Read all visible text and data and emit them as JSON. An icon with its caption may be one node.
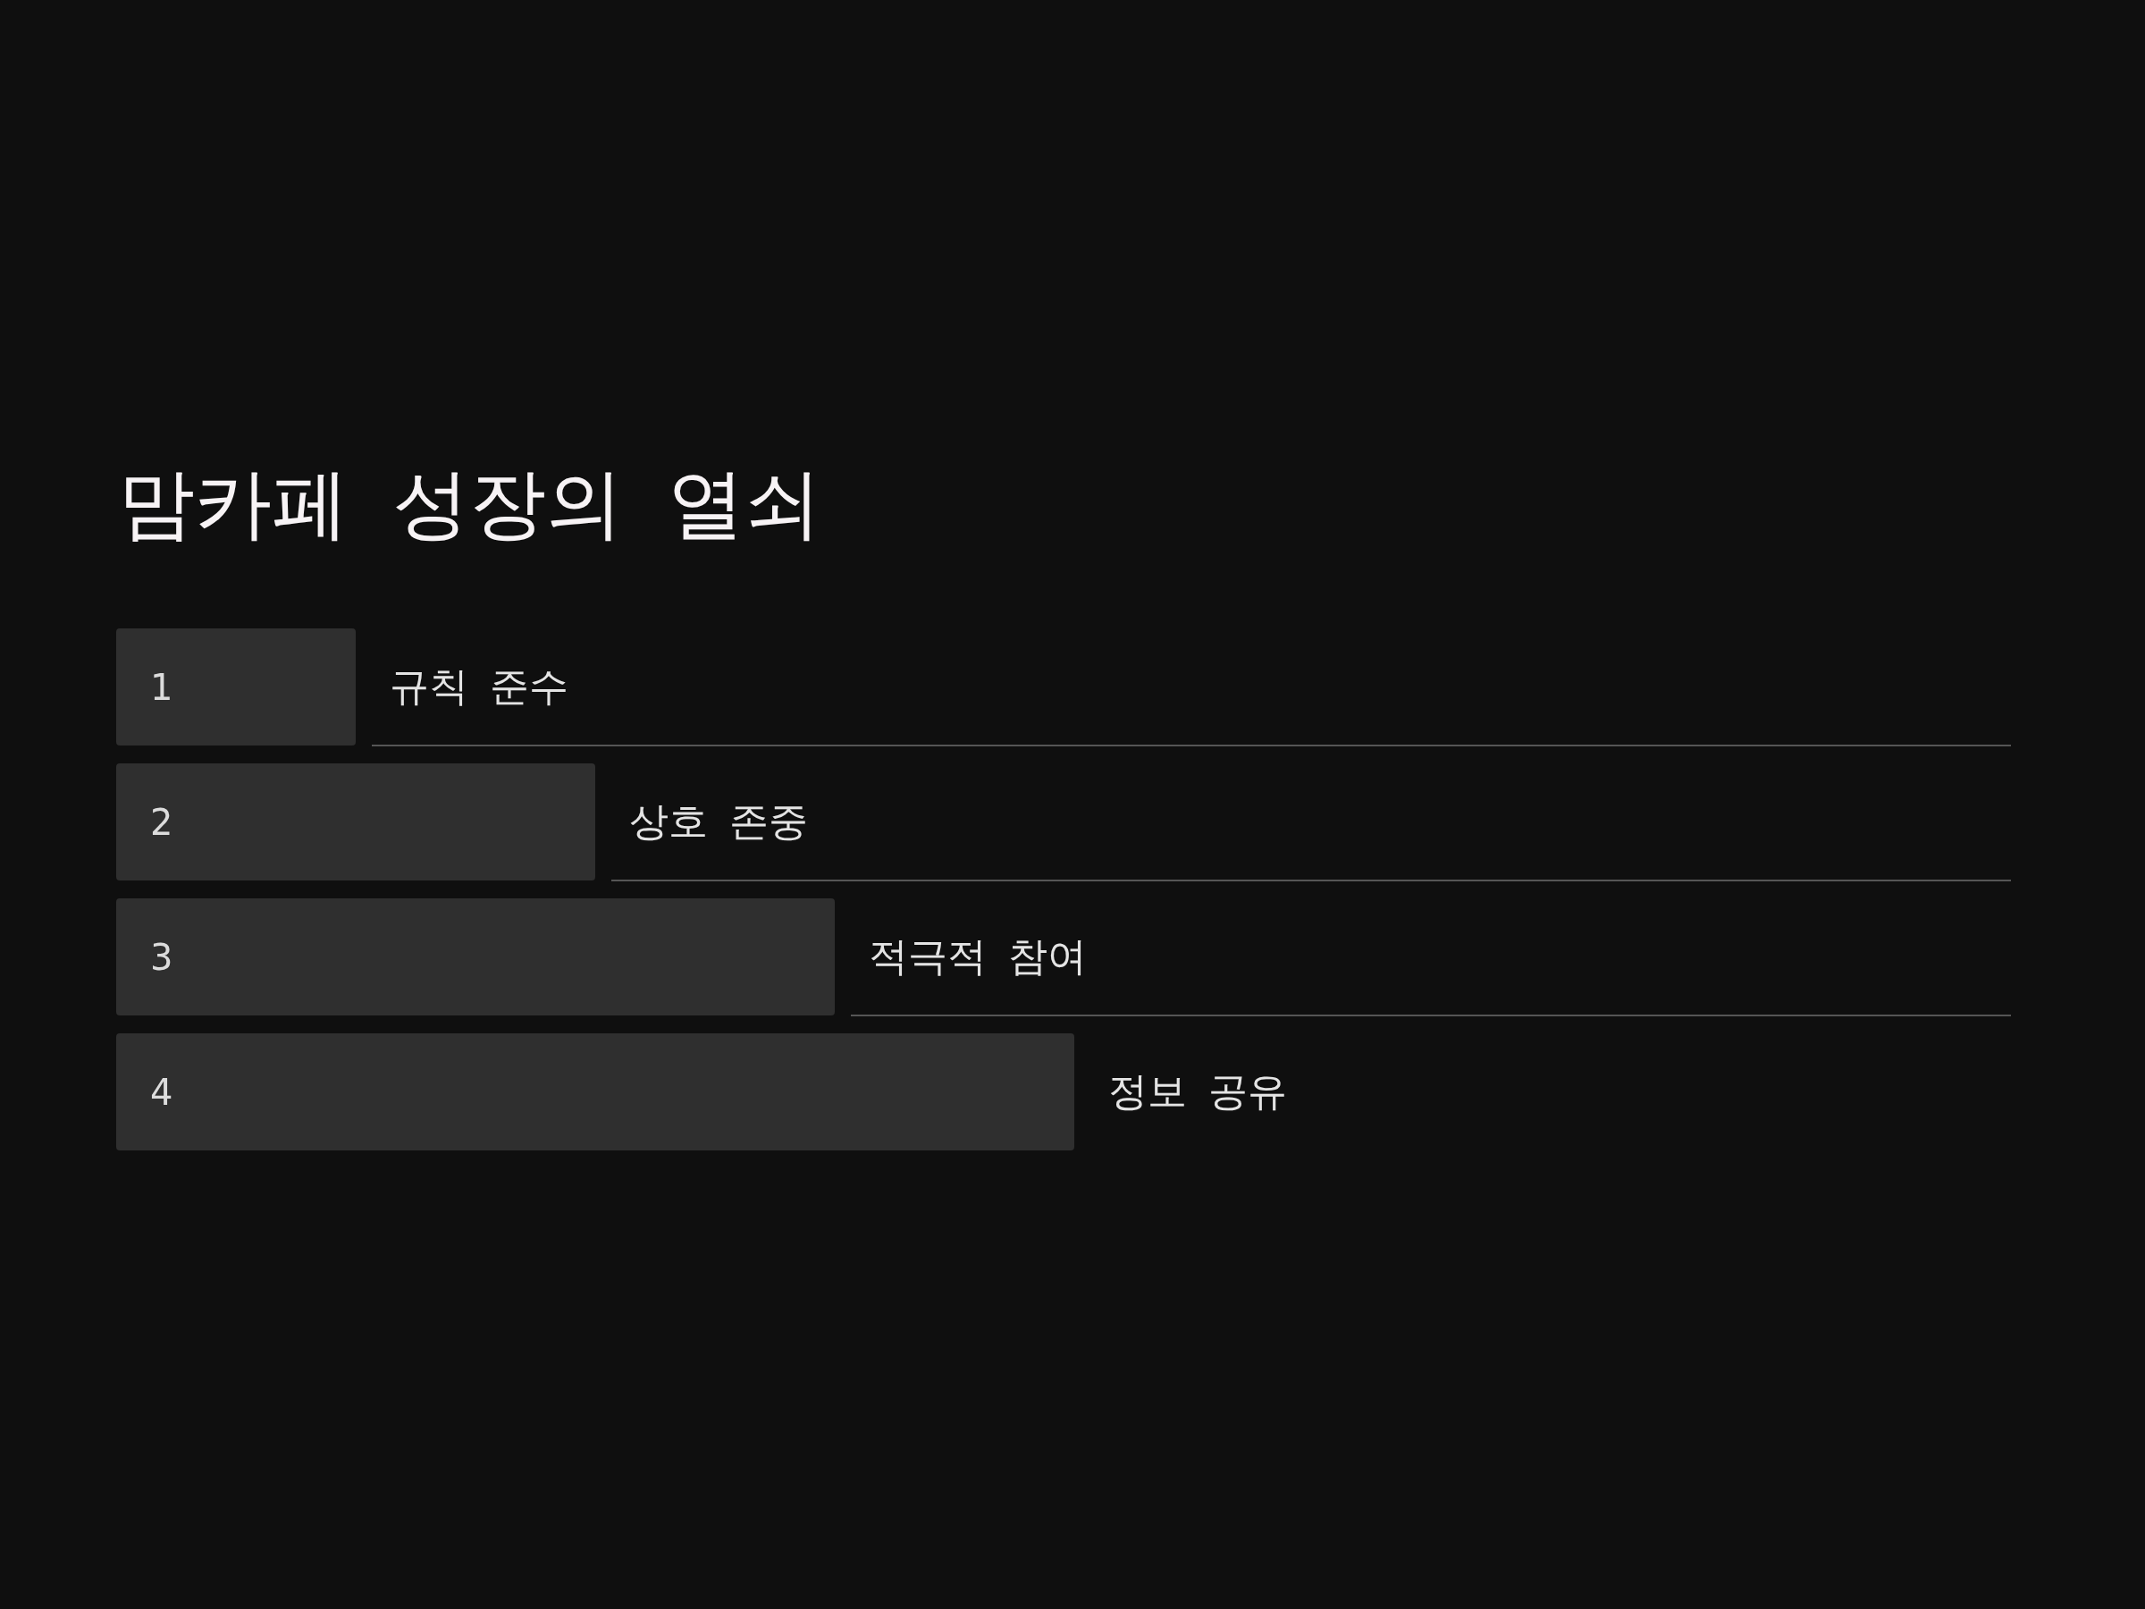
{
  "diagram": {
    "title": "맘카페 성장의 열쇠",
    "nodes": [
      {
        "text": [
          "1"
        ],
        "beside": [
          "규칙 준수"
        ]
      },
      {
        "text": [
          "2"
        ],
        "beside": [
          "상호 존중"
        ]
      },
      {
        "text": [
          "3"
        ],
        "beside": [
          "적극적 참여"
        ]
      },
      {
        "text": [
          "4"
        ],
        "beside": [
          "정보 공유"
        ]
      }
    ]
  }
}
